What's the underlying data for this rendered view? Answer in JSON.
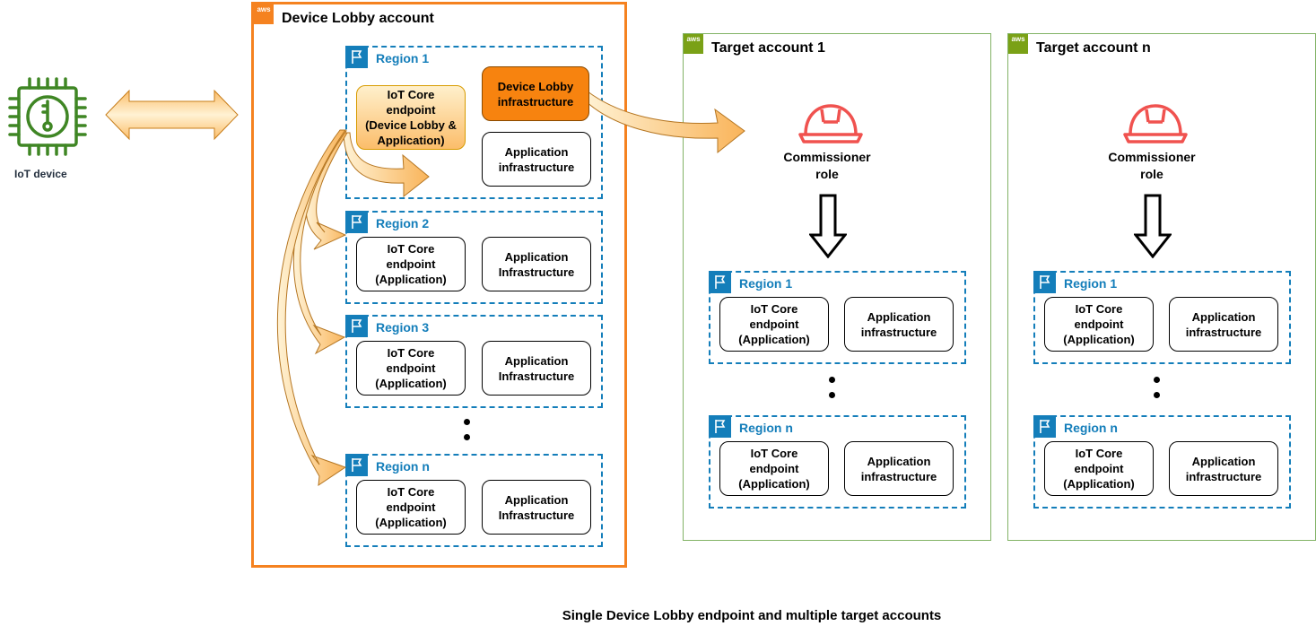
{
  "caption": "Single Device Lobby endpoint and multiple target accounts",
  "device": {
    "label": "IoT device",
    "icon": "iot-device-chip-icon",
    "color": "#3f8624"
  },
  "lobby_account": {
    "badge": "aws",
    "title": "Device Lobby account",
    "regions": [
      {
        "title": "Region 1",
        "iot_endpoint": "IoT Core\nendpoint\n(Device Lobby &\nApplication)",
        "lobby_infra": "Device Lobby\ninfrastructure",
        "app_infra": "Application\ninfrastructure"
      },
      {
        "title": "Region 2",
        "iot_endpoint": "IoT Core\nendpoint\n(Application)",
        "app_infra": "Application\nInfrastructure"
      },
      {
        "title": "Region 3",
        "iot_endpoint": "IoT Core\nendpoint\n(Application)",
        "app_infra": "Application\nInfrastructure"
      },
      {
        "title": "Region n",
        "iot_endpoint": "IoT Core\nendpoint\n(Application)",
        "app_infra": "Application\nInfrastructure"
      }
    ]
  },
  "target_accounts": [
    {
      "badge": "aws",
      "title": "Target account 1",
      "role": "Commissioner\nrole",
      "regions": [
        {
          "title": "Region 1",
          "iot_endpoint": "IoT Core\nendpoint\n(Application)",
          "app_infra": "Application\ninfrastructure"
        },
        {
          "title": "Region n",
          "iot_endpoint": "IoT Core\nendpoint\n(Application)",
          "app_infra": "Application\ninfrastructure"
        }
      ]
    },
    {
      "badge": "aws",
      "title": "Target account n",
      "role": "Commissioner\nrole",
      "regions": [
        {
          "title": "Region 1",
          "iot_endpoint": "IoT Core\nendpoint\n(Application)",
          "app_infra": "Application\ninfrastructure"
        },
        {
          "title": "Region n",
          "iot_endpoint": "IoT Core\nendpoint\n(Application)",
          "app_infra": "Application\ninfrastructure"
        }
      ]
    }
  ],
  "colors": {
    "lobby_border": "#f58220",
    "target_border": "#82b366",
    "region": "#147eba",
    "role_icon": "#f0524f",
    "arrow_fill": "#fbbd6a"
  }
}
